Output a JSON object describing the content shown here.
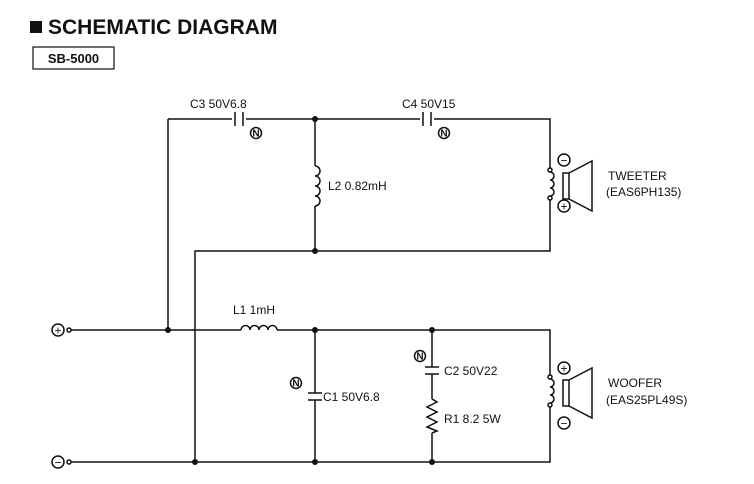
{
  "header": {
    "title": "SCHEMATIC DIAGRAM",
    "model": "SB-5000"
  },
  "components": {
    "c3": "C3 50V6.8",
    "c4": "C4 50V15",
    "l2": "L2 0.82mH",
    "l1": "L1 1mH",
    "c1": "C1 50V6.8",
    "c2": "C2 50V22",
    "r1": "R1 8.2 5W"
  },
  "speakers": {
    "tweeter": {
      "name": "TWEETER",
      "part": "(EAS6PH135)"
    },
    "woofer": {
      "name": "WOOFER",
      "part": "(EAS25PL49S)"
    }
  },
  "symbols": {
    "plus": "+",
    "minus": "−",
    "nonpolar": "N"
  }
}
